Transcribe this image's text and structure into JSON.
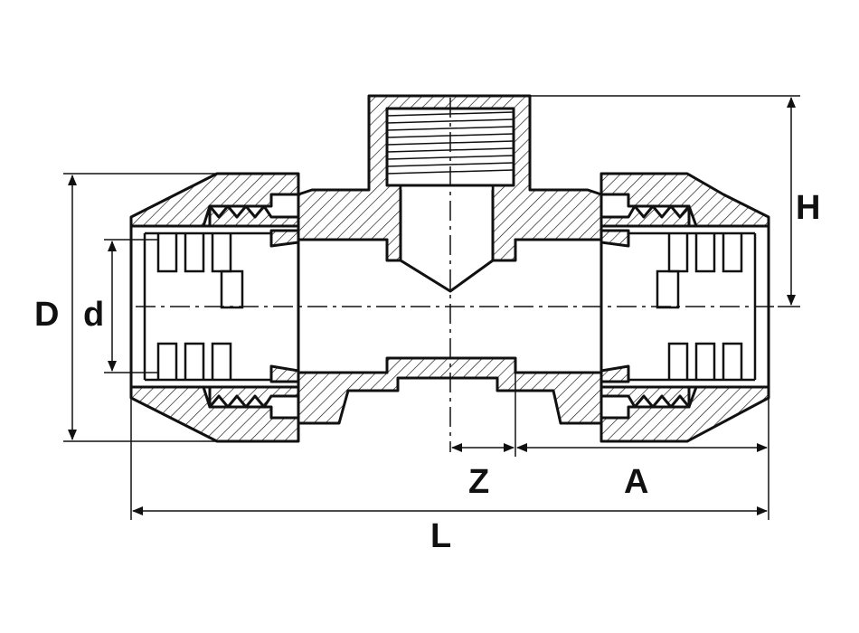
{
  "labels": {
    "D": "D",
    "d": "d",
    "H": "H",
    "Z": "Z",
    "A": "A",
    "L": "L"
  },
  "colors": {
    "line": "#111111",
    "background": "#ffffff"
  }
}
